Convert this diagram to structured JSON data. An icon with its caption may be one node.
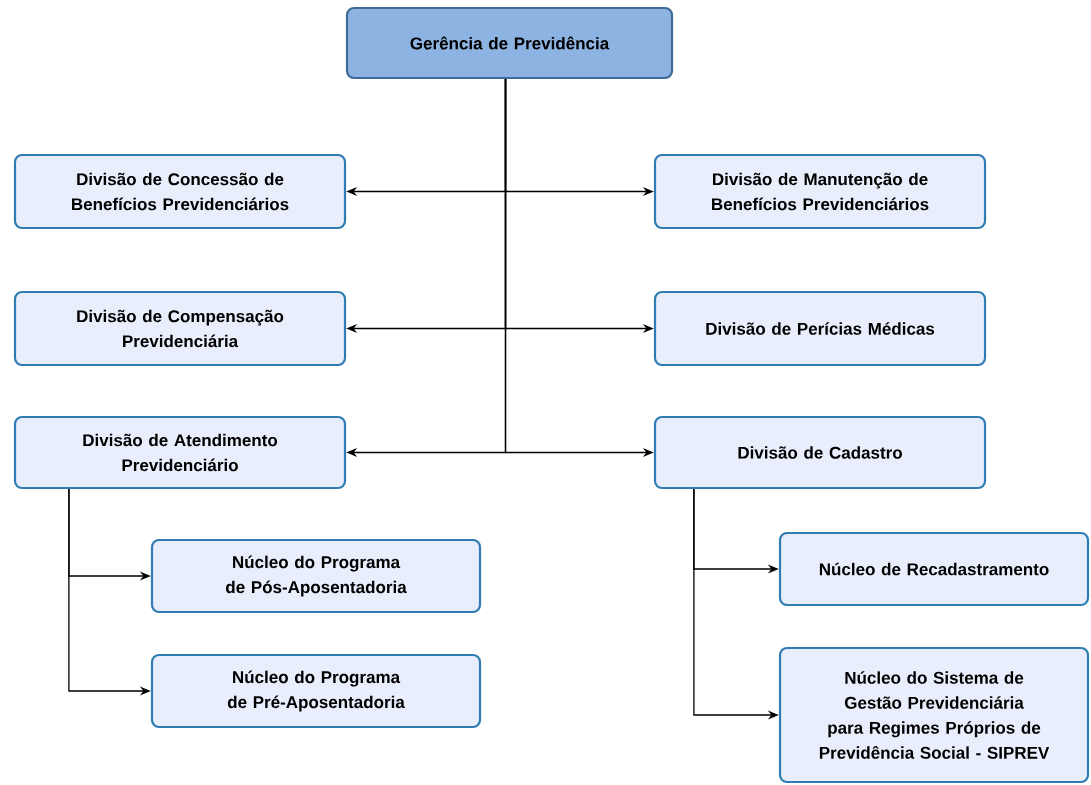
{
  "diagram": {
    "nodes": [
      {
        "text": [
          "Gerência de Previdência"
        ]
      },
      {
        "text": [
          "Divisão de Concessão de Benefícios Previdenciários"
        ]
      },
      {
        "text": [
          "Divisão de Manutenção de Benefícios Previdenciários"
        ]
      },
      {
        "text": [
          "Divisão de Compensação Previdenciária"
        ]
      },
      {
        "text": [
          "Divisão de Perícias Médicas"
        ]
      },
      {
        "text": [
          "Divisão de Atendimento Previdenciário"
        ]
      },
      {
        "text": [
          "Divisão de Cadastro"
        ]
      },
      {
        "text": [
          "Núcleo do Programa de Pós-Aposentadoria"
        ]
      },
      {
        "text": [
          "Núcleo do Programa de Pré-Aposentadoria"
        ]
      },
      {
        "text": [
          "Núcleo de Recadastramento"
        ]
      },
      {
        "text": [
          "Núcleo do Sistema de Gestão Previdenciária para Regimes Próprios de Previdência Social - SIPREV"
        ]
      }
    ],
    "edges": [
      {
        "from": 0,
        "to": 1,
        "arrow": "to"
      },
      {
        "from": 0,
        "to": 2,
        "arrow": "to"
      },
      {
        "from": 0,
        "to": 3,
        "arrow": "to"
      },
      {
        "from": 0,
        "to": 4,
        "arrow": "to"
      },
      {
        "from": 0,
        "to": 5,
        "arrow": "to"
      },
      {
        "from": 0,
        "to": 6,
        "arrow": "to"
      },
      {
        "from": 5,
        "to": 7,
        "arrow": "to"
      },
      {
        "from": 5,
        "to": 8,
        "arrow": "to"
      },
      {
        "from": 6,
        "to": 9,
        "arrow": "to"
      },
      {
        "from": 6,
        "to": 10,
        "arrow": "to"
      }
    ]
  }
}
